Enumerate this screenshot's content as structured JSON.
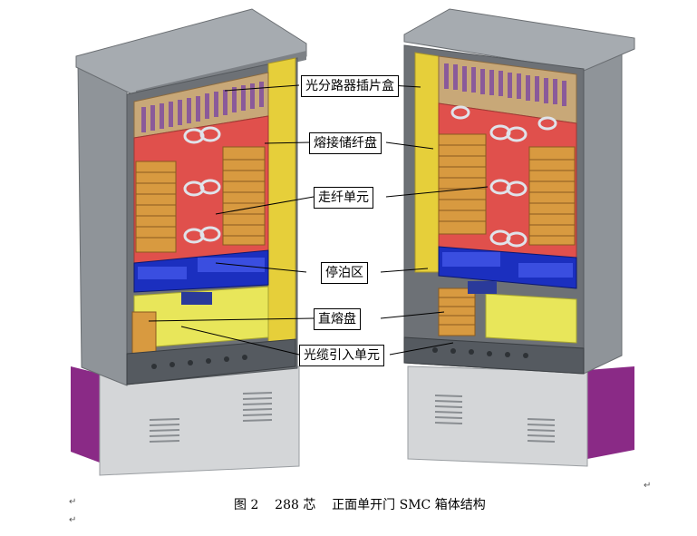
{
  "callouts": {
    "splitter_box": "光分路器插片盒",
    "splice_tray": "熔接储纤盘",
    "fiber_routing": "走纤单元",
    "parking_area": "停泊区",
    "direct_splice_tray": "直熔盘",
    "cable_entry": "光缆引入单元"
  },
  "caption": {
    "label": "图 2",
    "number": "288 芯",
    "text": "正面单开门 SMC 箱体结构"
  },
  "symbols": {
    "return_mark": "↵"
  },
  "colors": {
    "cabinet_gray": "#8f9499",
    "cabinet_light": "#c9cdd1",
    "base_purple": "#8a2a86",
    "splitter_tan": "#c8a878",
    "tray_orange": "#d89a40",
    "panel_red": "#e0504c",
    "parking_blue": "#1b2fbf",
    "entry_yellow": "#e8e65a",
    "floor_gray": "#555a60",
    "back_wall_yellow": "#e6cf3a"
  }
}
